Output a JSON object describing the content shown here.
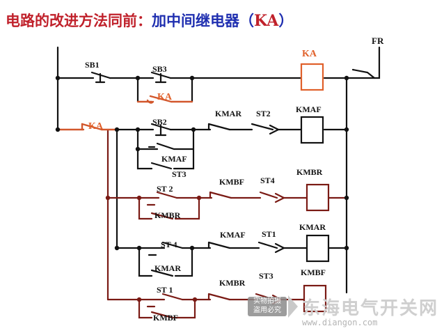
{
  "title": {
    "part1": "电路的改进方法同前：",
    "part2": "加中间继电器（",
    "ka": "KA",
    "close": "）"
  },
  "labels": {
    "fr": "FR",
    "sb1": "SB1",
    "sb3": "SB3",
    "ka_coil": "KA",
    "ka_self": "KA",
    "ka_contact": "KA",
    "sb2": "SB2",
    "kmar_r2": "KMAR",
    "st2_r2": "ST2",
    "kmaf_coil": "KMAF",
    "kmaf_hold": "KMAF",
    "st3_r2": "ST3",
    "st2_r3": "ST 2",
    "kmbf_r3": "KMBF",
    "st4_r3": "ST4",
    "kmbr_coil": "KMBR",
    "kmbr_hold": "KMBR",
    "st4_r4": "ST 4",
    "kmaf_r4": "KMAF",
    "st1_r4": "ST1",
    "kmar_coil": "KMAR",
    "kmar_hold": "KMAR",
    "st1_r5": "ST 1",
    "kmbr_r5": "KMBR",
    "st3_r5": "ST3",
    "kmbf_coil": "KMBF",
    "kmbf_hold": "KMBF"
  },
  "watermark": {
    "box_line1": "实物拍摄",
    "box_line2": "盗用必究",
    "name": "东海电气开关网",
    "url": "www.diangon.com"
  },
  "colors": {
    "wire": "#111111",
    "red": "#d2572c",
    "brown": "#7a1a14",
    "title_red": "#c0212b",
    "title_blue": "#1f2fb0"
  }
}
